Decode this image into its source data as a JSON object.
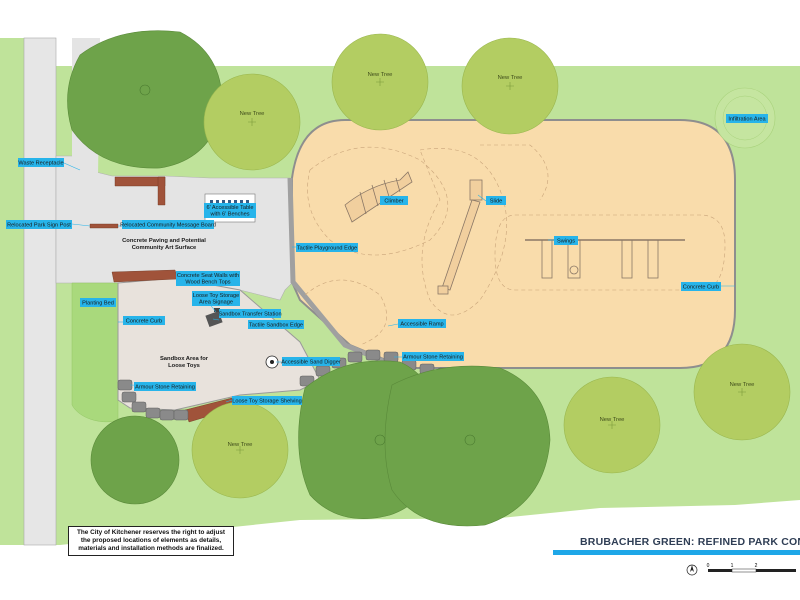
{
  "title": "BRUBACHER GREEN: REFINED PARK CONC",
  "disclaimer": "The City of Kitchener reserves the right to adjust the proposed locations of elements as details, materials and installation methods are finalized.",
  "labels": {
    "waste_receptacle": "Waste Receptacle",
    "park_sign": "Relocated Park Sign Post",
    "message_board": "Relocated Community Message Board",
    "accessible_table": "6' Accessible Table with 6' Benches",
    "paving": "Concrete Paving and Potential Community Art Surface",
    "tactile_playground": "Tactile Playground Edge",
    "seat_walls": "Concrete Seat Walls with Wood Bench Tops",
    "toy_storage_sign": "Loose Toy Storage Area Signage",
    "planting_bed": "Planting Bed",
    "concrete_curb_left": "Concrete Curb",
    "transfer_station": "Sandbox Transfer Station",
    "tactile_sandbox": "Tactile Sandbox Edge",
    "sandbox_area": "Sandbox Area for Loose Toys",
    "sand_digger": "Accessible Sand Digger",
    "armour_left": "Armour Stone Retaining",
    "toy_shelving": "Loose Toy Storage Shelving",
    "climber": "Climber",
    "slide": "Slide",
    "swings": "Swings",
    "concrete_curb_right": "Concrete Curb",
    "accessible_ramp": "Accessible Ramp",
    "armour_right": "Armour Stone Retaining",
    "infiltration": "Infiltration Area",
    "new_tree": "New Tree"
  },
  "scale_ticks": [
    "0",
    "1",
    "2"
  ],
  "colors": {
    "grass": "#bfe39a",
    "paving": "#e4e4e4",
    "playground": "#f9dcab",
    "sandbox": "#e8e2dc",
    "new_tree": "#b3cd62",
    "existing_tree": "#6ea34a",
    "callout_box": "#27b4ea",
    "title_bar": "#1ea7e8"
  }
}
